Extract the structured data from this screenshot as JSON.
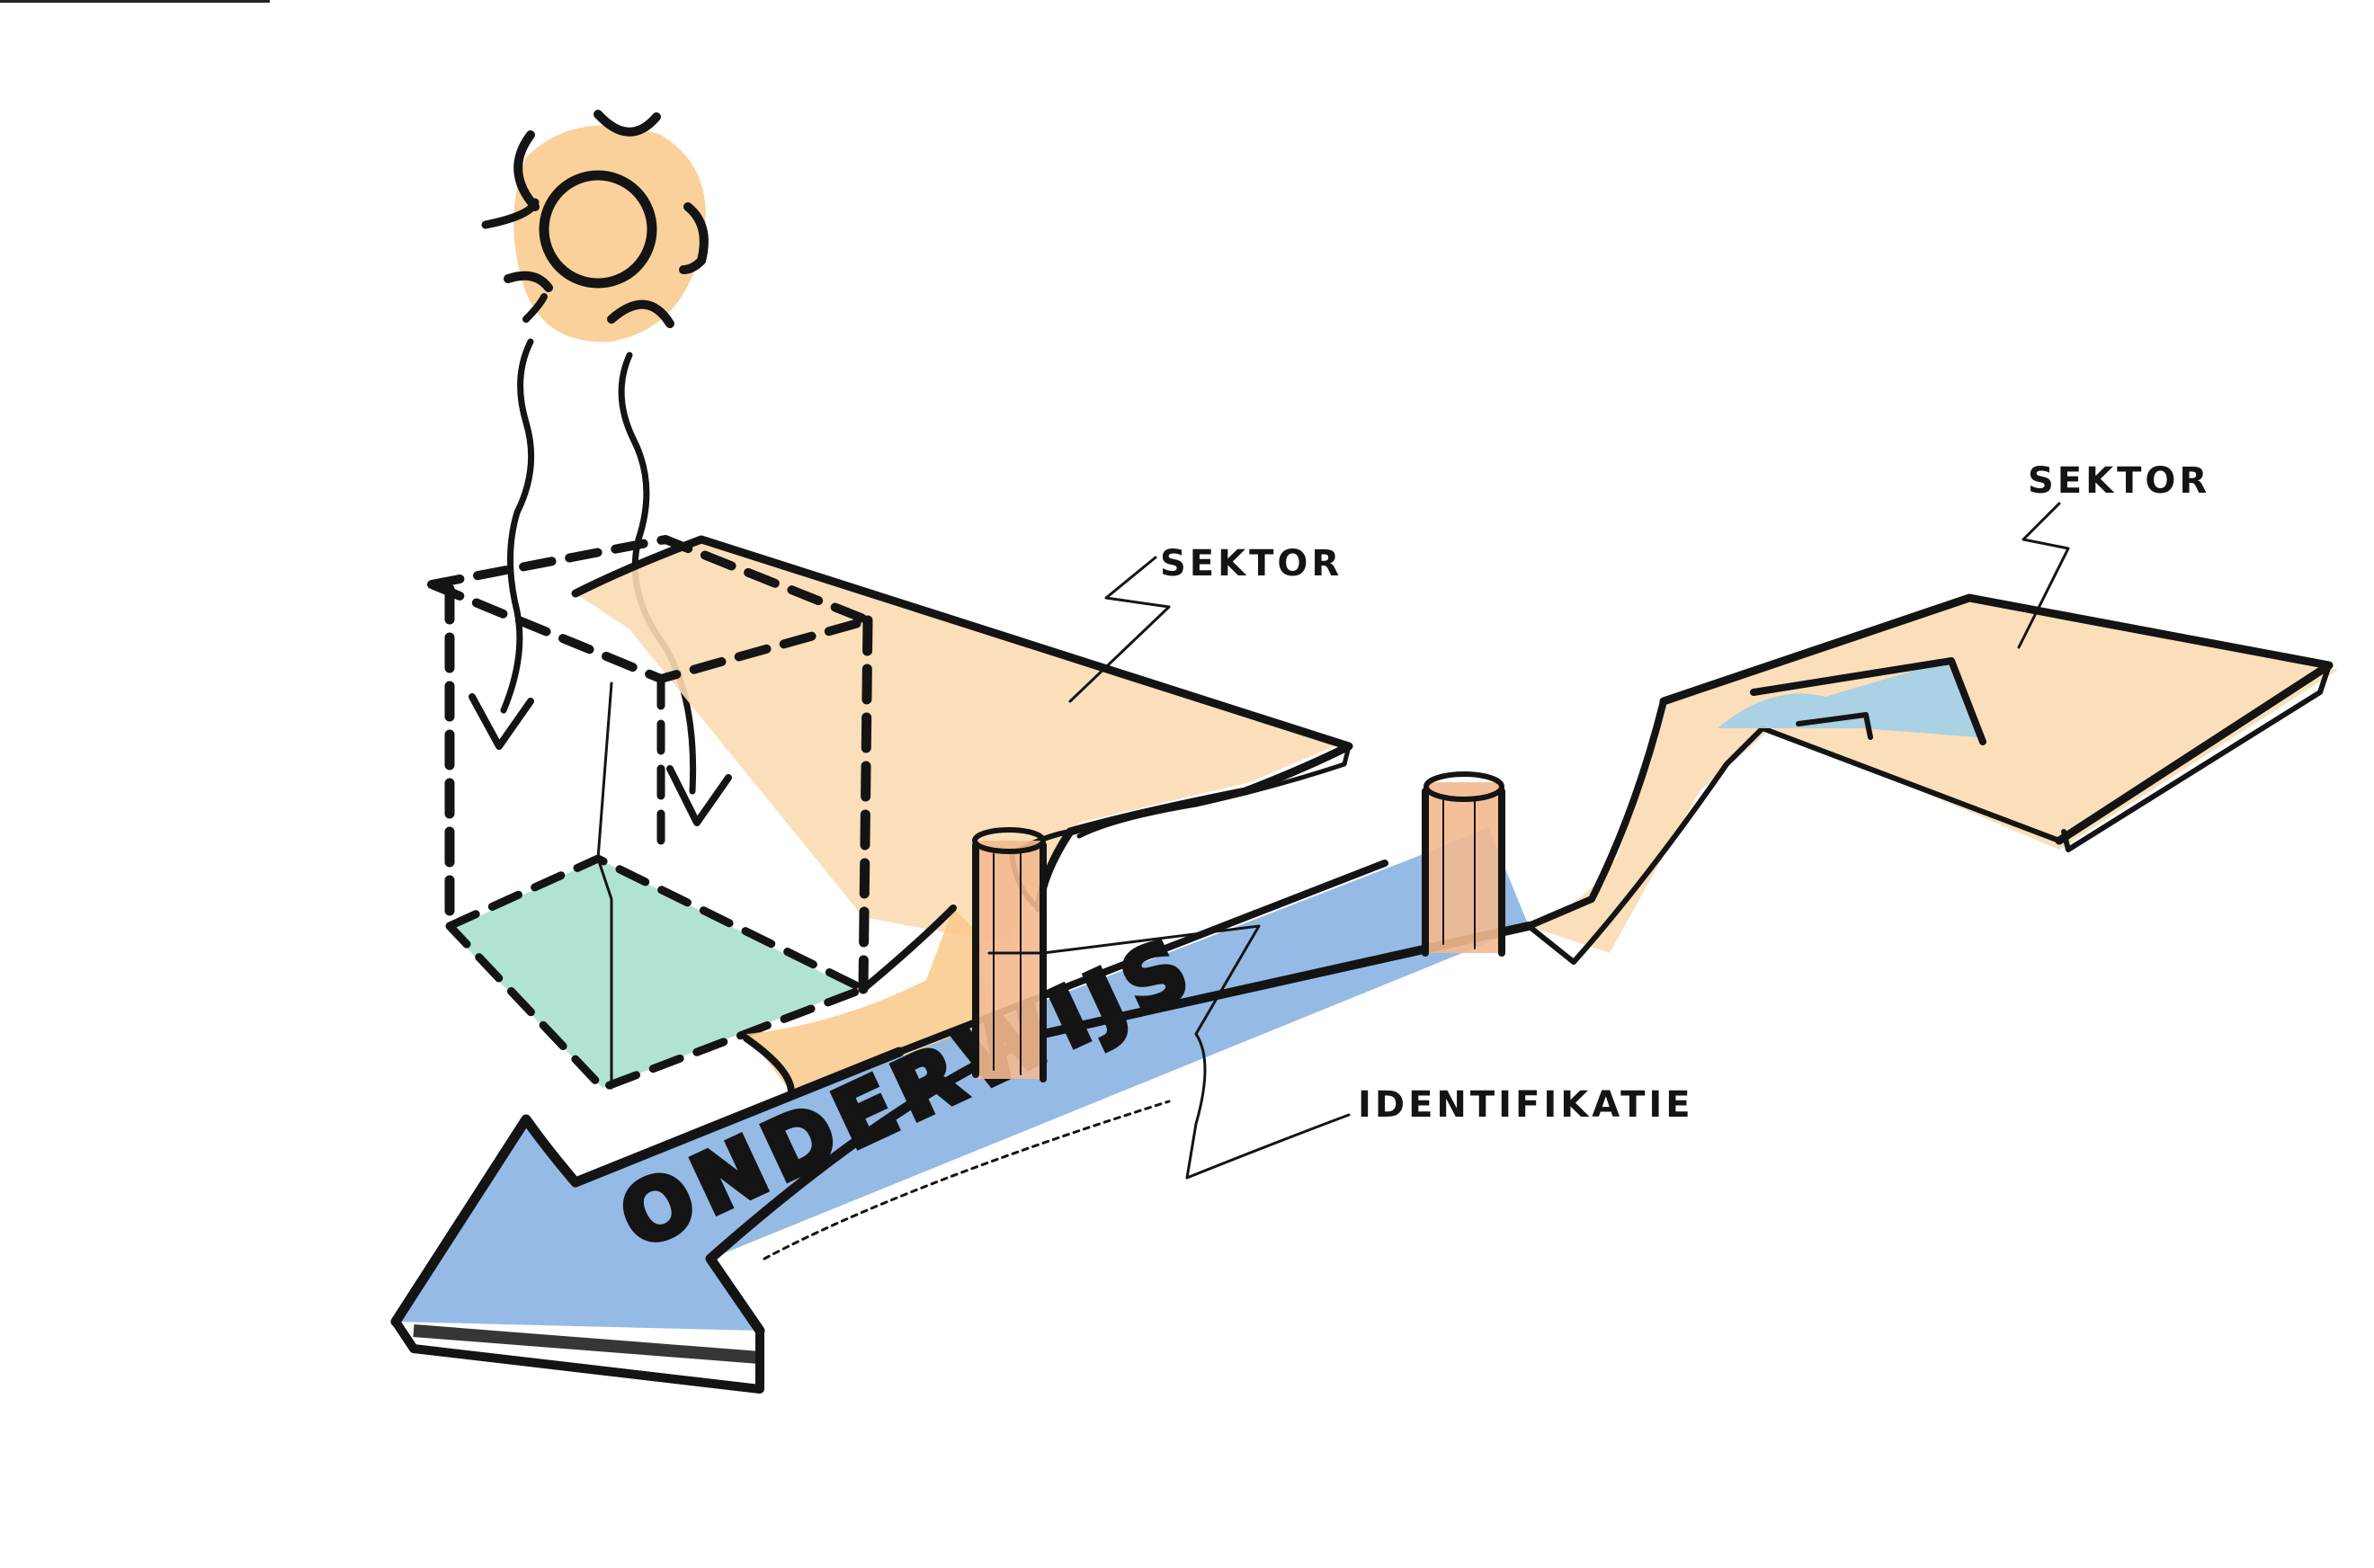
{
  "labels": {
    "sektor_left": "SEKTOR",
    "sektor_right": "SEKTOR",
    "identifikatie": "IDENTIFIKATIE",
    "arrow_text": "ONDERWIJS"
  },
  "colors": {
    "paper": "#ffffff",
    "ink": "#141414",
    "sun_wash": "#f9c98a",
    "sector_wash": "#f9dcb3",
    "arrow_wash": "#8fb6e4",
    "floor_wash": "#a8e0d0",
    "pillar_wash": "#f3b98f"
  },
  "icons": [
    "sun-icon"
  ]
}
